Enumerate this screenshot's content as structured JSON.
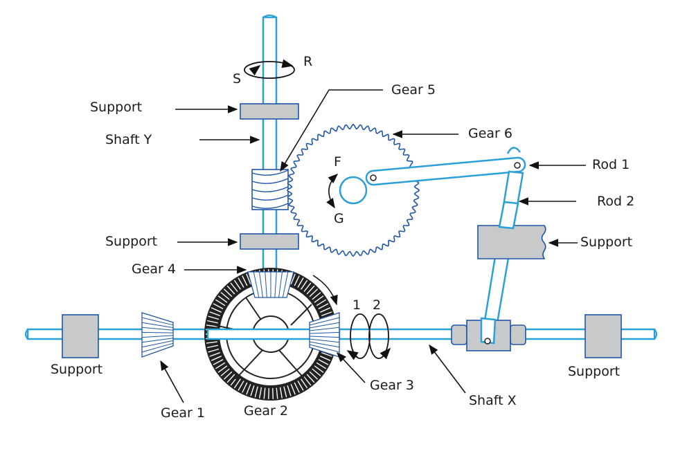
{
  "labels": {
    "support_top": "Support",
    "shaft_y": "Shaft Y",
    "gear5": "Gear 5",
    "gear6": "Gear 6",
    "rod1": "Rod 1",
    "rod2": "Rod 2",
    "support_right_mid": "Support",
    "support_mid": "Support",
    "gear4": "Gear 4",
    "support_left": "Support",
    "gear1": "Gear 1",
    "gear2": "Gear 2",
    "gear3": "Gear 3",
    "shaft_x": "Shaft X",
    "support_right": "Support"
  },
  "rotation_labels": {
    "s": "S",
    "r": "R",
    "f": "F",
    "g": "G",
    "one": "1",
    "two": "2"
  },
  "colors": {
    "shaft": "#2a9fd8",
    "gear_outline": "#1f55a8",
    "support_fill": "#c8c9cb",
    "gear2_dark": "#222222",
    "text": "#1a1a1a"
  }
}
